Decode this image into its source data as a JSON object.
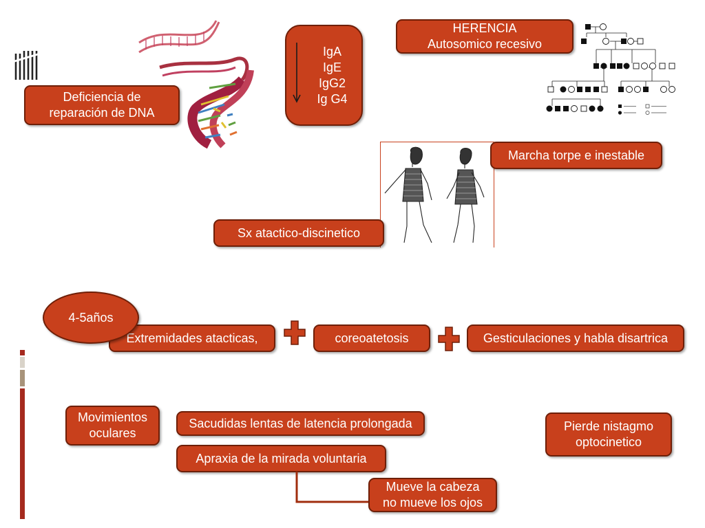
{
  "boxes": {
    "deficiencia": "Deficiencia de\nreparación de DNA",
    "ig_list": [
      "IgA",
      "IgE",
      "IgG2",
      "Ig G4"
    ],
    "herencia_title": "HERENCIA",
    "herencia_sub": "Autosomico recesivo",
    "marcha": "Marcha torpe e inestable",
    "sx": "Sx atactico-discinetico",
    "edad": "4-5años",
    "extremidades": "Extremidades atacticas,",
    "coreoatetosis": "coreoatetosis",
    "gesticulaciones": "Gesticulaciones y habla disartrica",
    "movimientos": "Movimientos\noculares",
    "sacudidas": "Sacudidas lentas de latencia prolongada",
    "apraxia": "Apraxia de la mirada voluntaria",
    "mueve": "Mueve la cabeza\nno mueve los ojos",
    "nistagmo": "Pierde nistagmo\noptocinetico"
  },
  "colors": {
    "box_fill": "#c8401c",
    "box_border": "#6e1f08",
    "plus": "#c8401c",
    "connector": "#a02d0e",
    "accent_bar": "#a52a1e",
    "accent_tan": "#a8937a",
    "accent_light": "#d9d3c9"
  },
  "icons": {
    "dna": "dna-helix-illustration",
    "pedigree": "pedigree-chart",
    "children": "ataxic-children-drawing",
    "plus": "plus-sign",
    "arrow": "down-arrow"
  }
}
